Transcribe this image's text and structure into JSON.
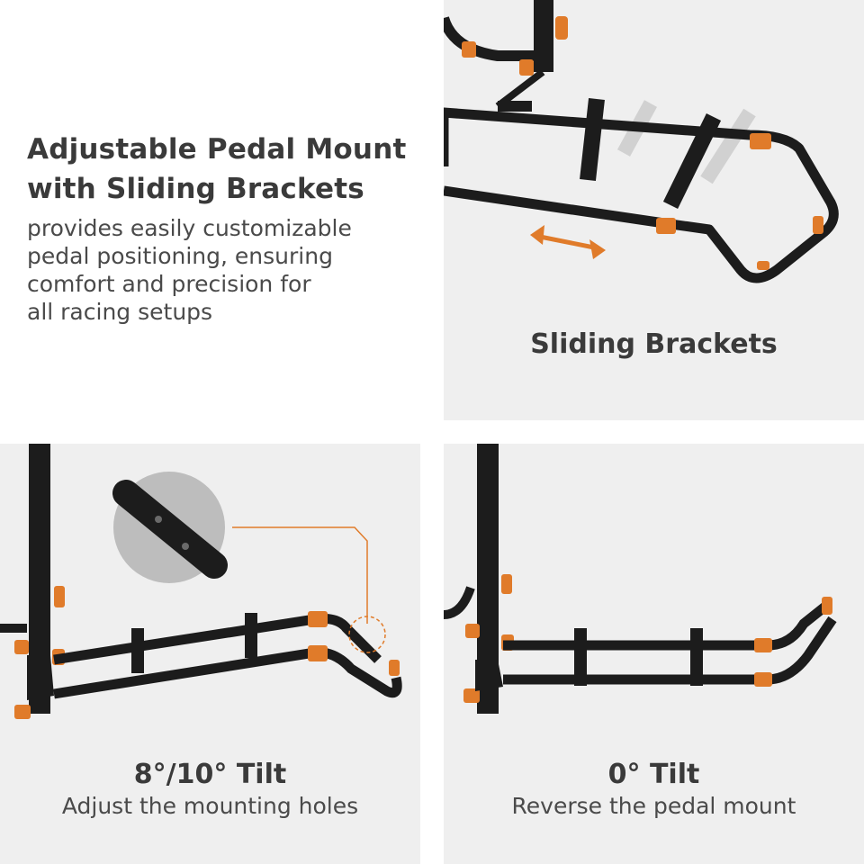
{
  "intro": {
    "title_line1": "Adjustable Pedal Mount",
    "title_line2": "with Sliding Brackets",
    "description_lines": [
      "provides easily customizable",
      "pedal positioning, ensuring",
      "comfort and precision for",
      "all racing setups"
    ]
  },
  "panels": {
    "sliding": {
      "title": "Sliding Brackets"
    },
    "tilt": {
      "title": "8°/10° Tilt",
      "subtitle": "Adjust the mounting holes"
    },
    "flat": {
      "title": "0° Tilt",
      "subtitle": "Reverse the pedal mount"
    }
  },
  "colors": {
    "accent_orange": "#e07b2a",
    "frame_black": "#1c1c1c",
    "panel_bg": "#efefef",
    "text_dark": "#3a3a3a"
  },
  "icons": [
    "double-arrow-icon",
    "tube-hole-zoom-icon"
  ]
}
